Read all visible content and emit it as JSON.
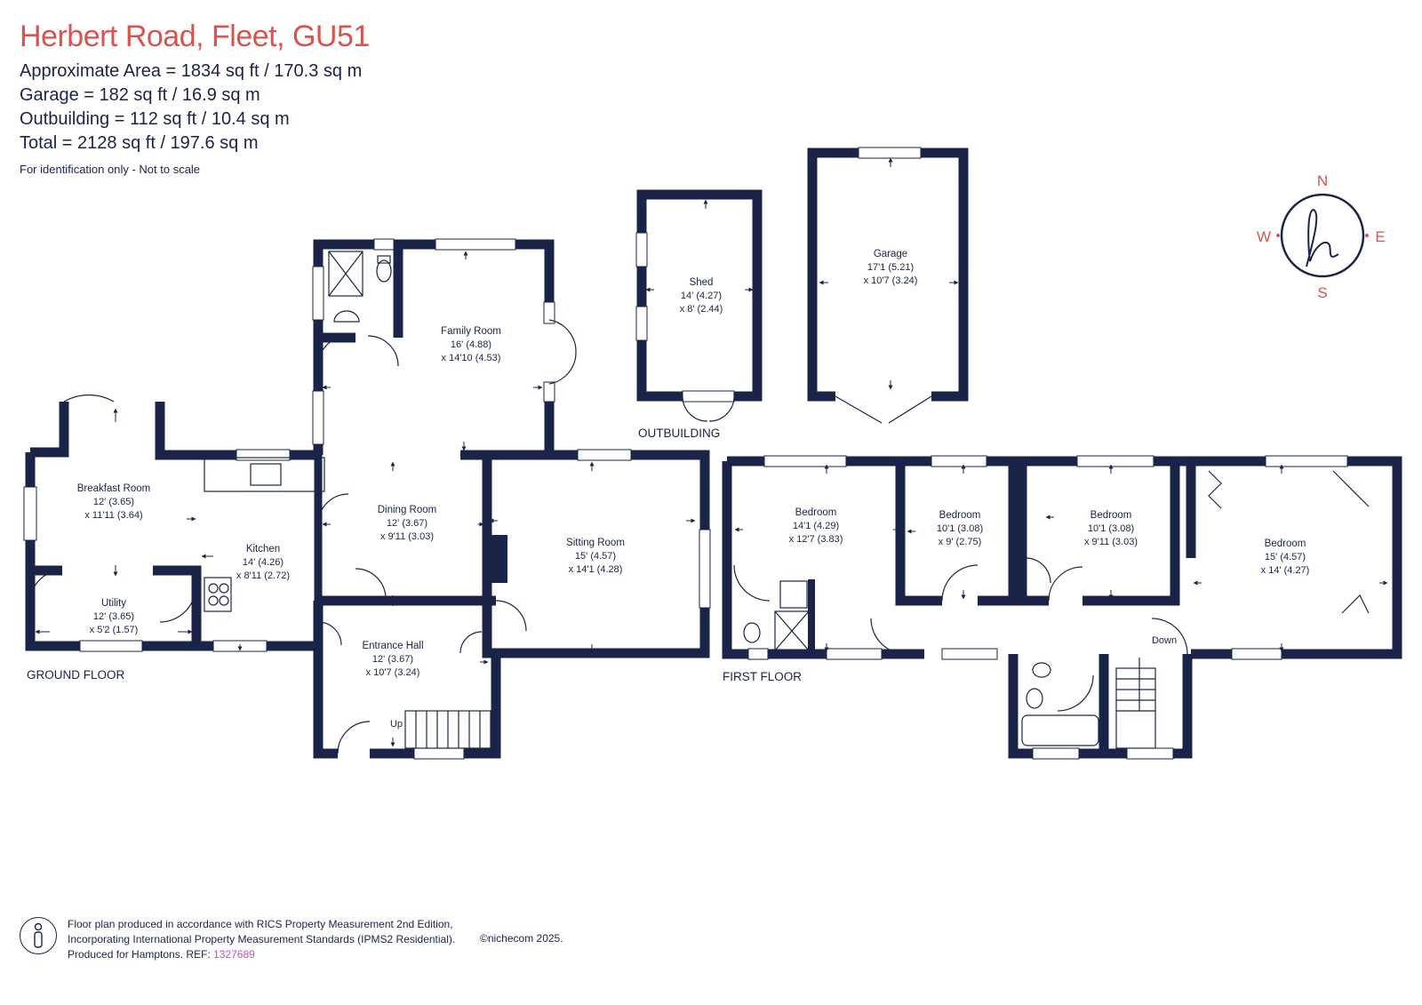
{
  "header": {
    "title": "Herbert Road, Fleet, GU51",
    "approx_area": "Approximate Area = 1834 sq ft / 170.3 sq m",
    "garage_area": "Garage = 182 sq ft / 16.9 sq m",
    "outbuilding_area": "Outbuilding = 112 sq ft / 10.4 sq m",
    "total_area": "Total = 2128 sq ft / 197.6 sq m",
    "note": "For identification only - Not to scale"
  },
  "compass": {
    "north": "N",
    "south": "S",
    "east": "E",
    "west": "W",
    "logo_icon": "hamptons-h-logo-icon",
    "accent": "#d9534f"
  },
  "floors": {
    "ground": "GROUND FLOOR",
    "first": "FIRST FLOOR",
    "outbuilding": "OUTBUILDING"
  },
  "rooms": {
    "breakfast": {
      "name": "Breakfast Room",
      "dim1": "12' (3.65)",
      "dim2": "x 11'11 (3.64)"
    },
    "kitchen": {
      "name": "Kitchen",
      "dim1": "14' (4.26)",
      "dim2": "x 8'11 (2.72)"
    },
    "utility": {
      "name": "Utility",
      "dim1": "12' (3.65)",
      "dim2": "x 5'2 (1.57)"
    },
    "family": {
      "name": "Family Room",
      "dim1": "16' (4.88)",
      "dim2": "x 14'10 (4.53)"
    },
    "dining": {
      "name": "Dining Room",
      "dim1": "12' (3.67)",
      "dim2": "x 9'11 (3.03)"
    },
    "sitting": {
      "name": "Sitting Room",
      "dim1": "15' (4.57)",
      "dim2": "x 14'1 (4.28)"
    },
    "hall": {
      "name": "Entrance Hall",
      "dim1": "12' (3.67)",
      "dim2": "x 10'7 (3.24)"
    },
    "shed": {
      "name": "Shed",
      "dim1": "14' (4.27)",
      "dim2": "x 8' (2.44)"
    },
    "garage": {
      "name": "Garage",
      "dim1": "17'1 (5.21)",
      "dim2": "x 10'7 (3.24)"
    },
    "bed1": {
      "name": "Bedroom",
      "dim1": "14'1 (4.29)",
      "dim2": "x 12'7 (3.83)"
    },
    "bed2": {
      "name": "Bedroom",
      "dim1": "10'1 (3.08)",
      "dim2": "x 9' (2.75)"
    },
    "bed3": {
      "name": "Bedroom",
      "dim1": "10'1 (3.08)",
      "dim2": "x 9'11 (3.03)"
    },
    "bed4": {
      "name": "Bedroom",
      "dim1": "15' (4.57)",
      "dim2": "x 14' (4.27)"
    }
  },
  "stairs": {
    "up": "Up",
    "down": "Down"
  },
  "footer": {
    "line1": "Floor plan produced in accordance with RICS Property Measurement 2nd Edition,",
    "line2": "Incorporating International Property Measurement Standards (IPMS2 Residential).",
    "line3_prefix": "Produced for Hamptons.   REF:",
    "ref": "1327689",
    "copyright": "©nichecom 2025."
  },
  "colors": {
    "wall": "#1a2449",
    "title": "#d9534f",
    "ref": "#c052c0"
  }
}
